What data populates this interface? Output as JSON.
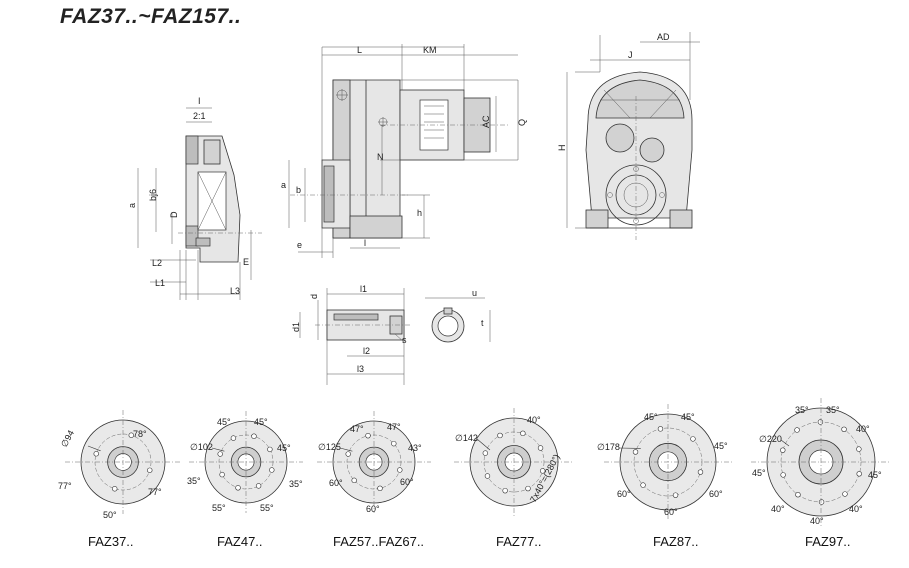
{
  "title": "FAZ37..~FAZ157..",
  "detail_view": {
    "label": "I",
    "scale": "2:1"
  },
  "dimension_labels": {
    "L": "L",
    "KM": "KM",
    "AC": "AC",
    "Q": "Q",
    "N": "N",
    "a": "a",
    "b": "b",
    "h": "h",
    "e": "e",
    "l": "l",
    "J": "J",
    "AD": "AD",
    "H": "H",
    "bj6": "bj6",
    "D": "D",
    "E": "E",
    "L1": "L1",
    "L2": "L2",
    "L3": "L3",
    "d": "d",
    "l1": "l1",
    "d1": "d1",
    "l2": "l2",
    "l3": "l3",
    "s": "s",
    "u": "u",
    "t": "t"
  },
  "flanges": [
    {
      "caption": "FAZ37..",
      "dia": "∅94",
      "angles": [
        "78°",
        "77°",
        "77°",
        "50°"
      ]
    },
    {
      "caption": "FAZ47..",
      "dia": "∅102",
      "angles": [
        "45°",
        "45°",
        "45°",
        "35°",
        "35°",
        "55°",
        "55°"
      ]
    },
    {
      "caption": "FAZ57..FAZ67..",
      "dia": "∅125",
      "angles": [
        "47°",
        "47°",
        "43°",
        "60°",
        "60°",
        "60°"
      ]
    },
    {
      "caption": "FAZ77..",
      "dia": "∅142",
      "angles": [
        "40°",
        "7x40°=(280°)"
      ]
    },
    {
      "caption": "FAZ87..",
      "dia": "∅178",
      "angles": [
        "45°",
        "45°",
        "45°",
        "60°",
        "60°",
        "60°"
      ]
    },
    {
      "caption": "FAZ97..",
      "dia": "∅220",
      "angles": [
        "35°",
        "35°",
        "40°",
        "45°",
        "45°",
        "40°",
        "40°",
        "40°"
      ]
    }
  ]
}
